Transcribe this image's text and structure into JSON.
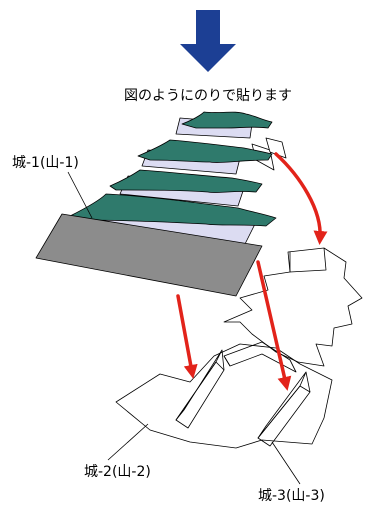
{
  "caption": "図のようにのりで貼ります",
  "labels": {
    "castle1": "城-1(山-1)",
    "castle2": "城-2(山-2)",
    "castle3": "城-3(山-3)"
  },
  "colors": {
    "top_arrow": "#1c3f94",
    "roof": "#2f7a6c",
    "wall": "#dcdcf2",
    "base_sheet": "#8c8c8c",
    "glue_arrow": "#e2231a",
    "outline": "#000000"
  },
  "icons": {
    "top_arrow": "down-arrow-icon"
  }
}
